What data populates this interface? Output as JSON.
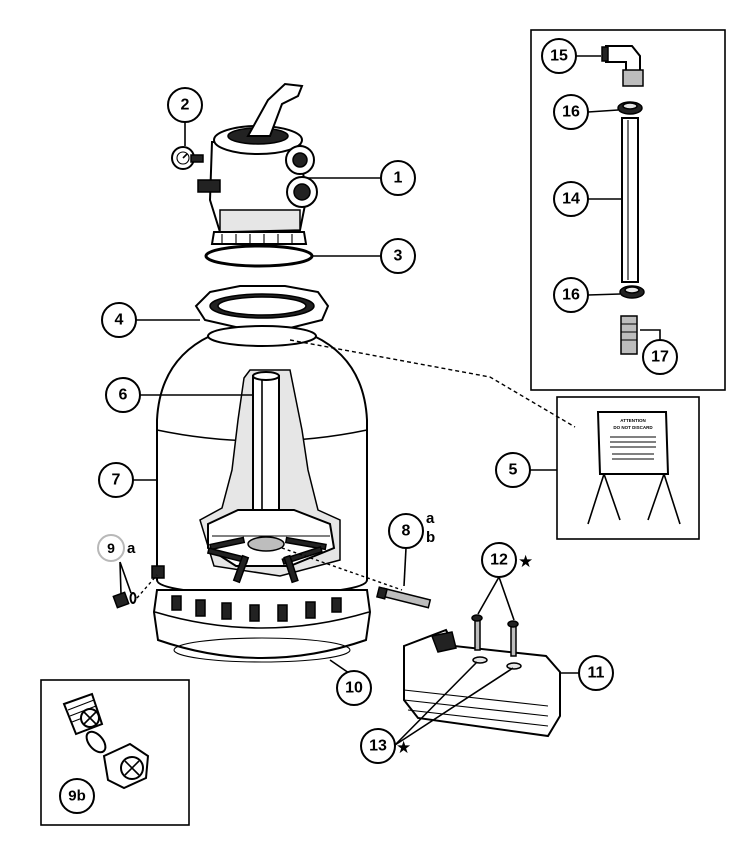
{
  "callouts": {
    "c1": "1",
    "c2": "2",
    "c3": "3",
    "c4": "4",
    "c5": "5",
    "c6": "6",
    "c7": "7",
    "c8": "8",
    "c9": "9",
    "c10": "10",
    "c11": "11",
    "c12": "12",
    "c13": "13",
    "c14": "14",
    "c15": "15",
    "c16a": "16",
    "c16b": "16",
    "c17": "17",
    "c9b": "9b"
  },
  "suffixes": {
    "s8a": "a",
    "s8b": "b",
    "s9a": "a"
  },
  "star_symbol": "★",
  "sign": {
    "line1": "ATTENTION",
    "line2": "DO NOT DISCARD"
  },
  "highlight_color": "#b8b8b8"
}
